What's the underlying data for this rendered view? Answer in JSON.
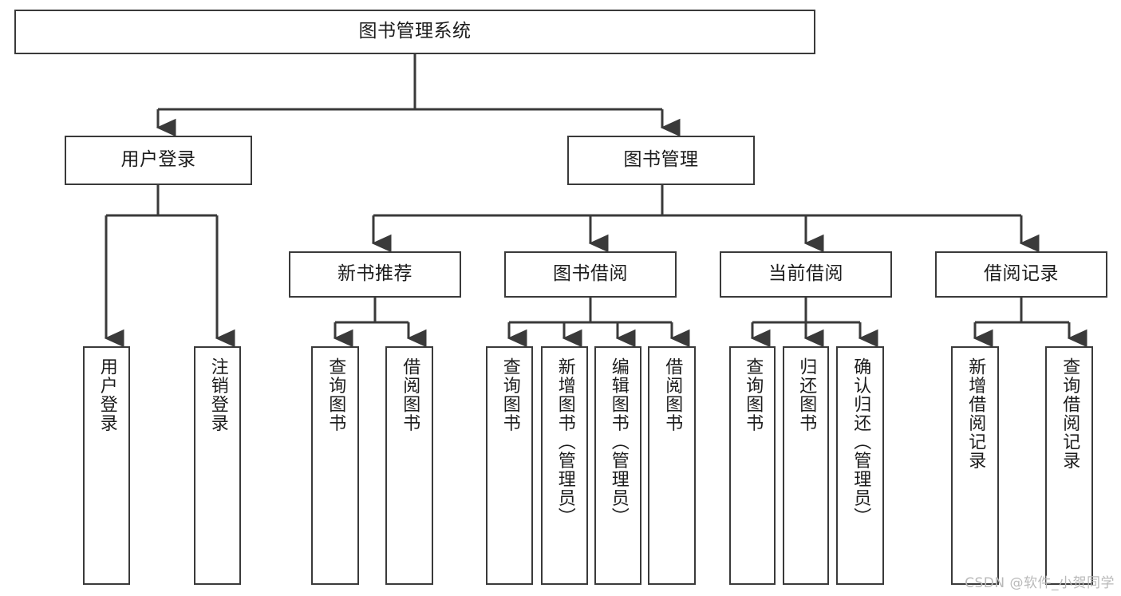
{
  "diagram": {
    "title": "图书管理系统",
    "type": "tree-hierarchy-chart",
    "root": {
      "label": "图书管理系统"
    },
    "level2": [
      {
        "label": "用户登录"
      },
      {
        "label": "图书管理"
      }
    ],
    "level3": [
      {
        "label": "新书推荐"
      },
      {
        "label": "图书借阅"
      },
      {
        "label": "当前借阅"
      },
      {
        "label": "借阅记录"
      }
    ],
    "leaves": [
      {
        "label": "用户登录",
        "parent": "用户登录"
      },
      {
        "label": "注销登录",
        "parent": "用户登录"
      },
      {
        "label": "查询图书",
        "parent": "新书推荐"
      },
      {
        "label": "借阅图书",
        "parent": "新书推荐"
      },
      {
        "label": "查询图书",
        "parent": "图书借阅"
      },
      {
        "label": "新增图书（管理员）",
        "parent": "图书借阅"
      },
      {
        "label": "编辑图书（管理员）",
        "parent": "图书借阅"
      },
      {
        "label": "借阅图书",
        "parent": "图书借阅"
      },
      {
        "label": "查询图书",
        "parent": "当前借阅"
      },
      {
        "label": "归还图书",
        "parent": "当前借阅"
      },
      {
        "label": "确认归还（管理员）",
        "parent": "当前借阅"
      },
      {
        "label": "新增借阅记录",
        "parent": "借阅记录"
      },
      {
        "label": "查询借阅记录",
        "parent": "借阅记录"
      }
    ]
  },
  "watermark": {
    "text": "CSDN @软件_小贺同学"
  },
  "colors": {
    "stroke": "#3a3a3a",
    "background": "#ffffff",
    "text": "#1c1c1c",
    "watermark": "#b9b9b9"
  }
}
